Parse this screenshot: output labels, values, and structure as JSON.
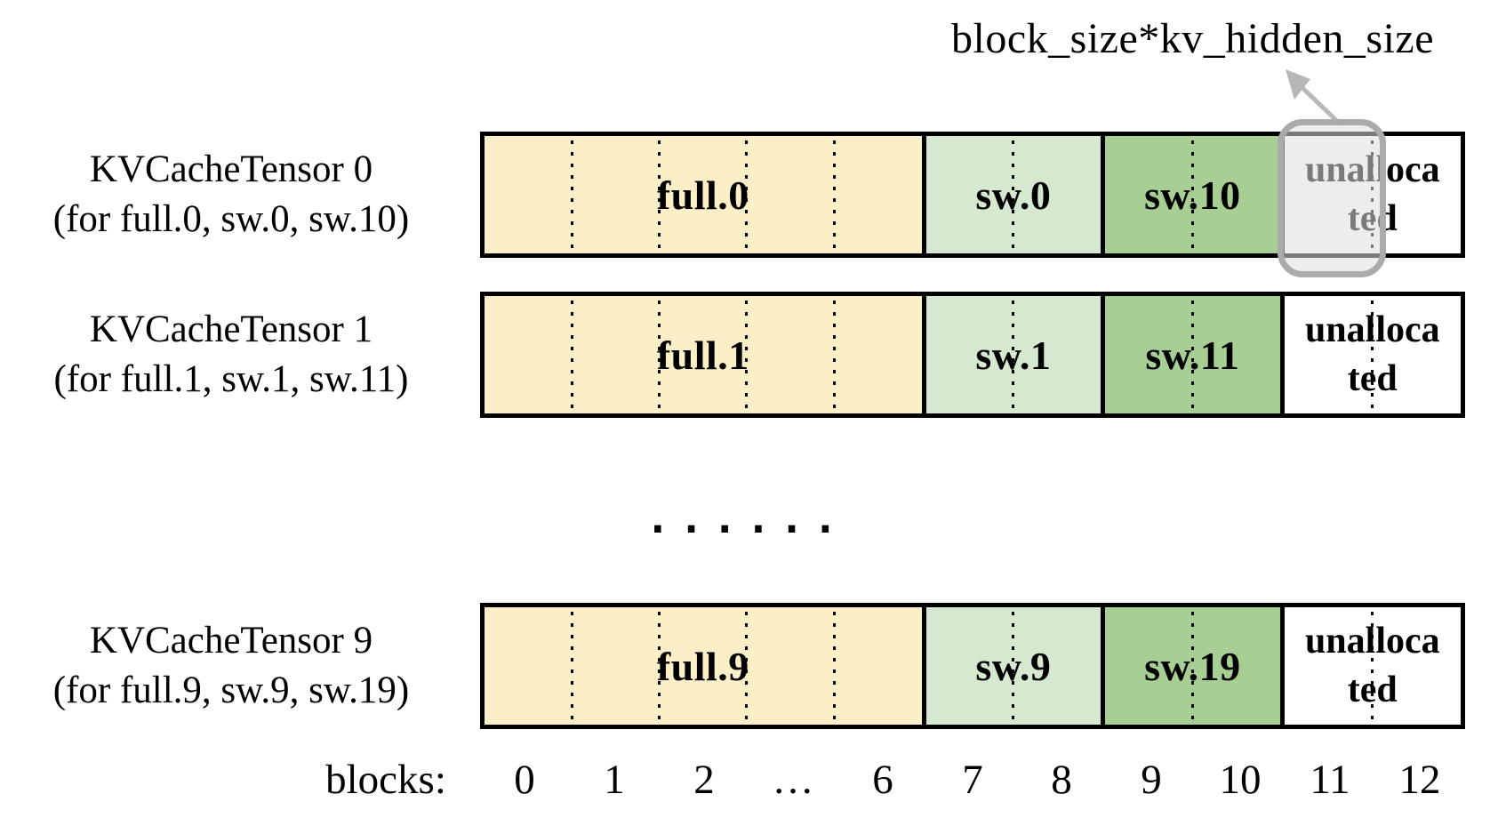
{
  "annotation": {
    "text": "block_size*kv_hidden_size"
  },
  "colors": {
    "full_block": "#FCEEC6",
    "sw_block_light": "#D7E8D1",
    "sw_block_dark": "#A7CE93",
    "unallocated_block": "#FFFFFF",
    "border": "#000000",
    "highlight_gray": "#ABABAB",
    "arrow_gray": "#B7B7B7"
  },
  "tensors": [
    {
      "name": "KVCacheTensor 0",
      "subtitle": "(for full.0, sw.0, sw.10)",
      "full_label": "full.0",
      "sw_label": "sw.0",
      "sw2_label": "sw.10",
      "unallocated_line1": "unalloca",
      "unallocated_line2": "ted"
    },
    {
      "name": "KVCacheTensor 1",
      "subtitle": "(for full.1, sw.1, sw.11)",
      "full_label": "full.1",
      "sw_label": "sw.1",
      "sw2_label": "sw.11",
      "unallocated_line1": "unalloca",
      "unallocated_line2": "ted"
    },
    {
      "name": "KVCacheTensor 9",
      "subtitle": "(for full.9, sw.9, sw.19)",
      "full_label": "full.9",
      "sw_label": "sw.9",
      "sw2_label": "sw.19",
      "unallocated_line1": "unalloca",
      "unallocated_line2": "ted"
    }
  ],
  "ellipsis": "......",
  "axis": {
    "label": "blocks:",
    "ticks": [
      "0",
      "1",
      "2",
      "…",
      "6",
      "7",
      "8",
      "9",
      "10",
      "11",
      "12"
    ]
  }
}
